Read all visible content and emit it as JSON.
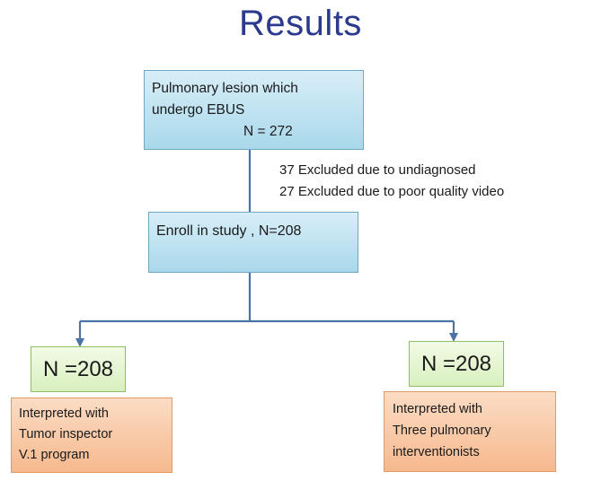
{
  "title": "Results",
  "top_box": {
    "line1": "Pulmonary lesion which",
    "line2": "undergo EBUS",
    "line3": "N = 272"
  },
  "exclusions": [
    "37 Excluded due to undiagnosed",
    "27  Excluded due to poor quality video"
  ],
  "middle_box": "Enroll in study ,   N=208",
  "left_branch": {
    "count": "N =208",
    "lines": [
      "Interpreted with",
      "Tumor inspector",
      "V.1 program"
    ]
  },
  "right_branch": {
    "count": "N =208",
    "lines": [
      "Interpreted with",
      "Three pulmonary",
      "interventionists"
    ]
  },
  "colors": {
    "title": "#2b3a8c",
    "connector": "#4a74a8",
    "blue_box": "#a9d8ea",
    "green_box": "#d8efbe",
    "orange_box": "#f6b98e"
  }
}
